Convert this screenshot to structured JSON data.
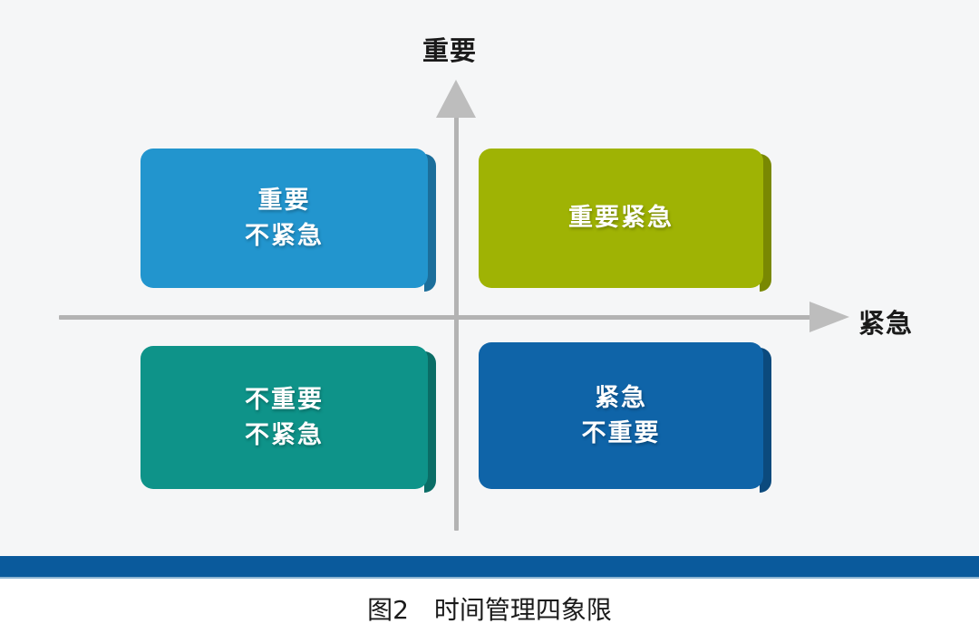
{
  "figure": {
    "caption": "图2　时间管理四象限",
    "caption_label": "图2",
    "caption_title": "时间管理四象限"
  },
  "axes": {
    "vertical_label": "重要",
    "horizontal_label": "紧急",
    "vertical_arrow": "arrow-up-icon",
    "horizontal_arrow": "arrow-right-icon",
    "axis_color": "#b3b3b3"
  },
  "quadrants": [
    {
      "id": "important-not-urgent",
      "position": "top-left",
      "lines": [
        "重要",
        "不紧急"
      ],
      "line1": "重要",
      "line2": "不紧急",
      "color": "#2295ce",
      "edge_color": "#1b6e9b"
    },
    {
      "id": "important-urgent",
      "position": "top-right",
      "lines": [
        "重要紧急"
      ],
      "line1": "重要紧急",
      "line2": "",
      "color": "#9fb304",
      "edge_color": "#798802"
    },
    {
      "id": "not-important-not-urgent",
      "position": "bottom-left",
      "lines": [
        "不重要",
        "不紧急"
      ],
      "line1": "不重要",
      "line2": "不紧急",
      "color": "#0e9389",
      "edge_color": "#0a6d66"
    },
    {
      "id": "urgent-not-important",
      "position": "bottom-right",
      "lines": [
        "紧急",
        "不重要"
      ],
      "line1": "紧急",
      "line2": "不重要",
      "color": "#0f64a8",
      "edge_color": "#0b4a7d"
    }
  ],
  "decor": {
    "band_color": "#0a5a9c",
    "canvas_background": "#f5f6f7",
    "page_background": "#ffffff"
  }
}
